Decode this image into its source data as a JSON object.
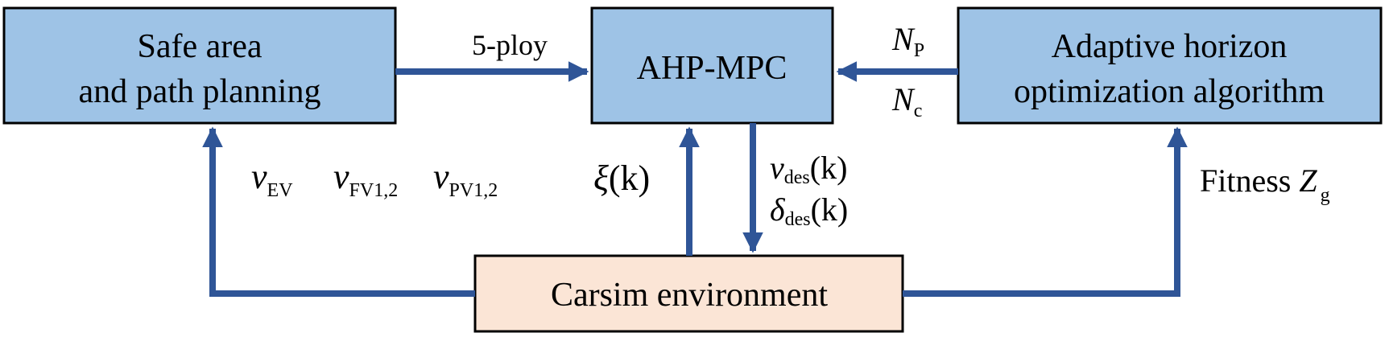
{
  "blocks": {
    "safe_area": {
      "line1": "Safe area",
      "line2": "and path planning"
    },
    "ahp_mpc": {
      "label": "AHP-MPC"
    },
    "adaptive": {
      "line1": "Adaptive horizon",
      "line2": "optimization algorithm"
    },
    "carsim": {
      "label": "Carsim environment"
    }
  },
  "signals": {
    "five_ploy": "5-ploy",
    "np": {
      "symbol": "N",
      "sub": "P"
    },
    "nc": {
      "symbol": "N",
      "sub": "c"
    },
    "v_ev": {
      "symbol": "v",
      "sub": "EV"
    },
    "v_fv": {
      "symbol": "v",
      "sub": "FV1,2"
    },
    "v_pv": {
      "symbol": "v",
      "sub": "PV1,2"
    },
    "xi": {
      "symbol": "ξ",
      "arg": "(k)"
    },
    "v_des": {
      "symbol": "v",
      "sub": "des",
      "arg": "(k)"
    },
    "delta_des": {
      "symbol": "δ",
      "sub": "des",
      "arg": "(k)"
    },
    "fitness": {
      "prefix": "Fitness ",
      "symbol": "Z",
      "sub": "g"
    }
  },
  "colors": {
    "block_blue": "#9ec3e6",
    "block_peach": "#fbe5d6",
    "arrow": "#2f5597",
    "border": "#000000"
  }
}
